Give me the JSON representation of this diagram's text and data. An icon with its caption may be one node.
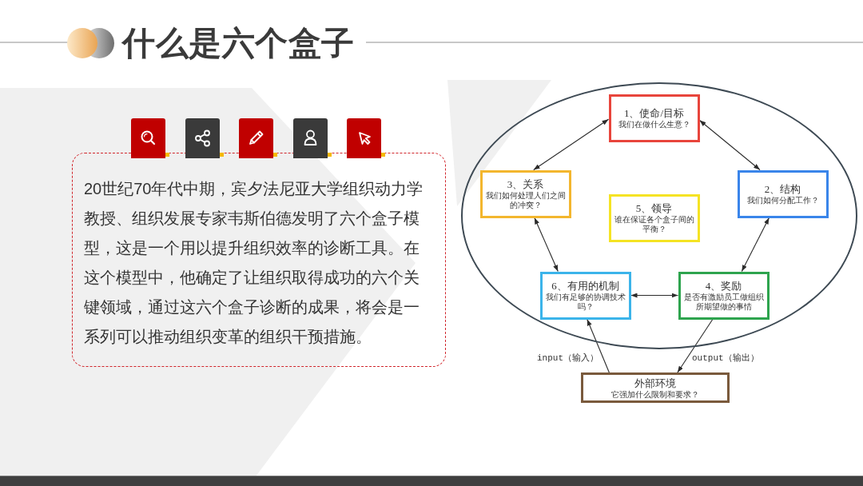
{
  "diagram": {
    "title": "什么是六个盒子",
    "nodes": [
      {
        "text": [
          "20世纪70年代中期，宾夕法尼亚大学组织动力学教授、组织发展专家韦斯伯德发明了六个盒子模型，这是一个用以提升组织效率的诊断工具。在这个模型中，他确定了让组织取得成功的六个关键领域，通过这六个盒子诊断的成果，将会是一系列可以推动组织变革的组织干预措施。"
        ]
      },
      {
        "text": [],
        "shape": "ellipse"
      },
      {
        "text": [
          "1、使命/目标",
          "我们在做什么生意？"
        ],
        "in": 1
      },
      {
        "text": [
          "3、关系",
          "我们如何处理人们之间的冲突？"
        ],
        "in": 1
      },
      {
        "text": [
          "2、结构",
          "我们如何分配工作？"
        ],
        "in": 1
      },
      {
        "text": [
          "5、领导",
          "谁在保证各个盒子间的平衡？"
        ],
        "in": 1
      },
      {
        "text": [
          "6、有用的机制",
          "我们有足够的协调技术吗？"
        ],
        "in": 1
      },
      {
        "text": [
          "4、奖励",
          "是否有激励员工做组织所期望做的事情"
        ],
        "in": 1
      },
      {
        "text": [
          "外部环境",
          "它强加什么限制和要求？"
        ]
      }
    ],
    "edges": [
      {
        "from": 2,
        "to": 3,
        "arrow": "both"
      },
      {
        "from": 2,
        "to": 4,
        "arrow": "both"
      },
      {
        "from": 3,
        "to": 6,
        "arrow": "both"
      },
      {
        "from": 4,
        "to": 7,
        "arrow": "both"
      },
      {
        "from": 6,
        "to": 7,
        "arrow": "both"
      },
      {
        "from": 8,
        "to": 6,
        "arrow": "to",
        "label": "input（输入）"
      },
      {
        "from": 7,
        "to": 8,
        "arrow": "to",
        "label": "output（输出）"
      }
    ]
  }
}
